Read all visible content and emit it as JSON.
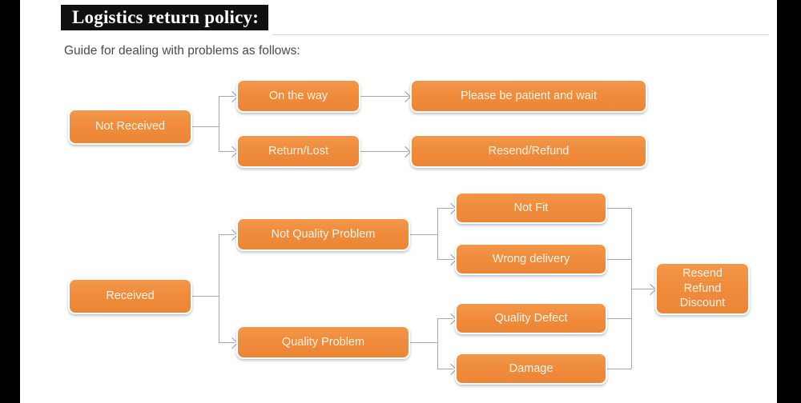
{
  "header": {
    "title": "Logistics return policy:",
    "subtitle": "Guide for dealing with problems as follows:"
  },
  "colors": {
    "node_fill": "#ef8b3a",
    "node_fill_top": "#f2974a",
    "node_border": "#fdfdfd",
    "node_text": "#fdf4e8",
    "connector": "#a8a8a8",
    "title_plate": "#111010",
    "title_text": "#ffffff",
    "subtitle_text": "#4a4a4a",
    "sidebar": "#000000",
    "rule": "#d2d2d2"
  },
  "flow": {
    "branches": [
      {
        "id": "not-received",
        "root": "Not Received",
        "paths": [
          {
            "cause": "On the way",
            "outcome": "Please be patient and wait"
          },
          {
            "cause": "Return/Lost",
            "outcome": "Resend/Refund"
          }
        ]
      },
      {
        "id": "received",
        "root": "Received",
        "groups": [
          {
            "label": "Not Quality Problem",
            "reasons": [
              "Not Fit",
              "Wrong delivery"
            ]
          },
          {
            "label": "Quality Problem",
            "reasons": [
              "Quality Defect",
              "Damage"
            ]
          }
        ],
        "outcome": "Resend\nRefund\nDiscount"
      }
    ]
  },
  "nodes": {
    "not_received": "Not Received",
    "on_the_way": "On the way",
    "return_lost": "Return/Lost",
    "please_wait": "Please be patient and wait",
    "resend_refund": "Resend/Refund",
    "received": "Received",
    "not_quality_problem": "Not Quality Problem",
    "quality_problem": "Quality Problem",
    "not_fit": "Not Fit",
    "wrong_delivery": "Wrong delivery",
    "quality_defect": "Quality Defect",
    "damage": "Damage",
    "final_outcome": "Resend\nRefund\nDiscount"
  }
}
